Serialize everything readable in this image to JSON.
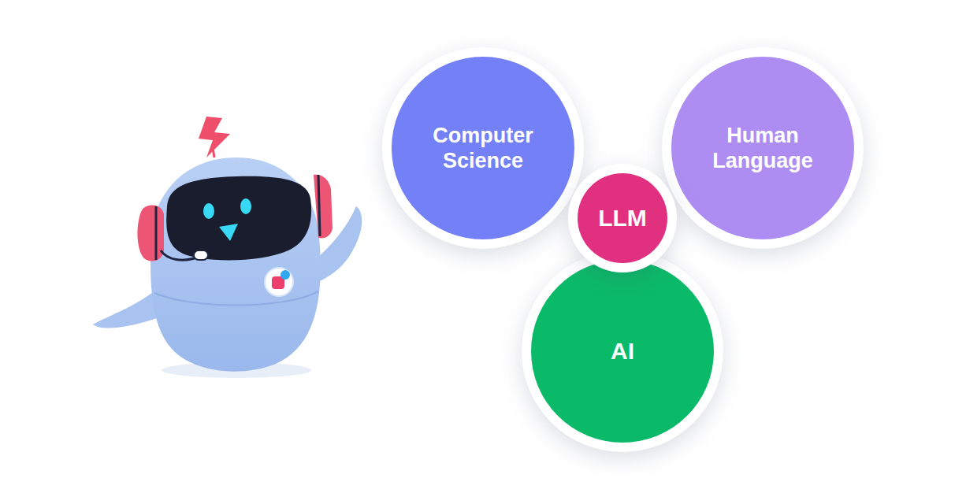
{
  "diagram": {
    "nodes": [
      {
        "text": [
          "Computer Science"
        ]
      },
      {
        "text": [
          "Human Language"
        ]
      },
      {
        "text": [
          "AI"
        ]
      },
      {
        "text": [
          "LLM"
        ]
      }
    ]
  }
}
